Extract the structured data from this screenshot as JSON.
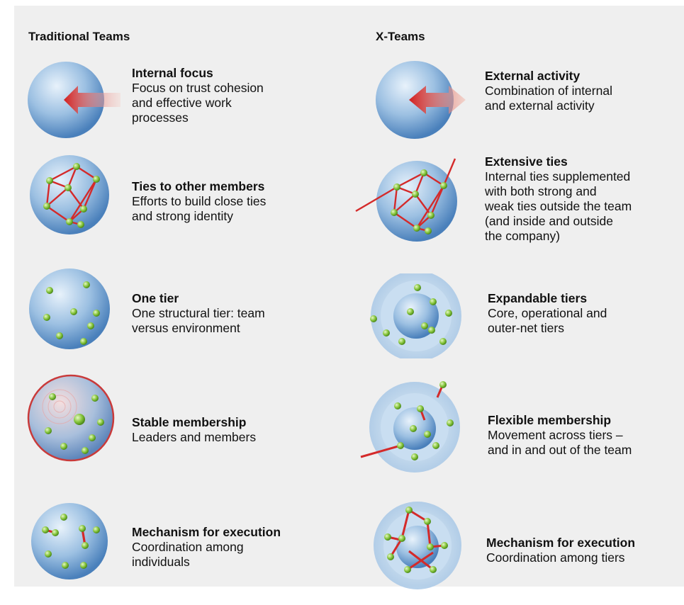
{
  "columns": {
    "left_title": "Traditional Teams",
    "right_title": "X-Teams"
  },
  "rows": [
    {
      "left": {
        "title": "Internal focus",
        "lines": [
          "Focus on trust cohesion",
          "and effective work",
          "processes"
        ]
      },
      "right": {
        "title": "External activity",
        "lines": [
          "Combination of internal",
          "and external activity"
        ]
      }
    },
    {
      "left": {
        "title": "Ties to other members",
        "lines": [
          "Efforts to build close ties",
          "and strong identity"
        ]
      },
      "right": {
        "title": "Extensive ties",
        "lines": [
          "Internal ties supplemented",
          "with both strong and",
          "weak ties outside the team",
          "(and inside and outside",
          "the company)"
        ]
      }
    },
    {
      "left": {
        "title": "One tier",
        "lines": [
          "One structural tier: team",
          "versus environment"
        ]
      },
      "right": {
        "title": "Expandable tiers",
        "lines": [
          "Core, operational and",
          "outer-net tiers"
        ]
      }
    },
    {
      "left": {
        "title": "Stable membership",
        "lines": [
          "Leaders and members"
        ]
      },
      "right": {
        "title": "Flexible membership",
        "lines": [
          "Movement across tiers –",
          "and in and out of the team"
        ]
      }
    },
    {
      "left": {
        "title": "Mechanism for execution",
        "lines": [
          "Coordination among",
          "individuals"
        ]
      },
      "right": {
        "title": "Mechanism for execution",
        "lines": [
          "Coordination among tiers"
        ]
      }
    }
  ],
  "colors": {
    "panel": "#efefef",
    "sphere_light": "#dbeaf6",
    "sphere_mid": "#8fb6dc",
    "sphere_dark": "#4f86bf",
    "tie": "#d42a2a",
    "node": "#7fc23a"
  }
}
